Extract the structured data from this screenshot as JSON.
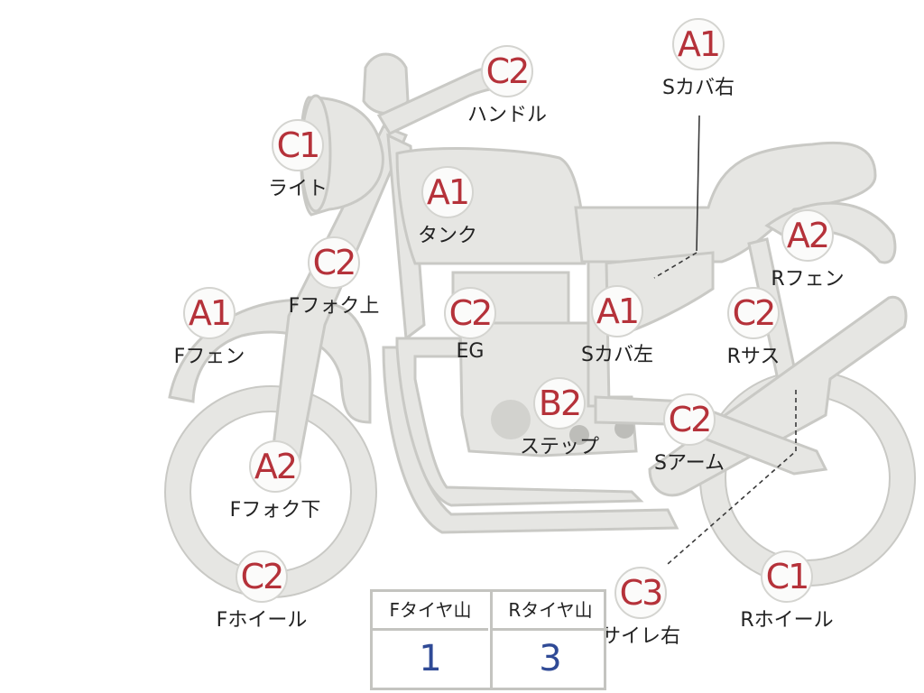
{
  "parts": [
    {
      "id": "s-cover-right",
      "grade": "A1",
      "label": "Sカバ右"
    },
    {
      "id": "handle",
      "grade": "C2",
      "label": "ハンドル"
    },
    {
      "id": "light",
      "grade": "C1",
      "label": "ライト"
    },
    {
      "id": "tank",
      "grade": "A1",
      "label": "タンク"
    },
    {
      "id": "r-fender",
      "grade": "A2",
      "label": "Rフェン"
    },
    {
      "id": "f-fork-upper",
      "grade": "C2",
      "label": "Fフォク上"
    },
    {
      "id": "f-fender",
      "grade": "A1",
      "label": "Fフェン"
    },
    {
      "id": "engine",
      "grade": "C2",
      "label": "EG"
    },
    {
      "id": "s-cover-left",
      "grade": "A1",
      "label": "Sカバ左"
    },
    {
      "id": "r-suspension",
      "grade": "C2",
      "label": "Rサス"
    },
    {
      "id": "step",
      "grade": "B2",
      "label": "ステップ"
    },
    {
      "id": "swing-arm",
      "grade": "C2",
      "label": "Sアーム"
    },
    {
      "id": "f-fork-lower",
      "grade": "A2",
      "label": "Fフォク下"
    },
    {
      "id": "f-wheel",
      "grade": "C2",
      "label": "Fホイール"
    },
    {
      "id": "muffler-right",
      "grade": "C3",
      "label": "サイレ右"
    },
    {
      "id": "r-wheel",
      "grade": "C1",
      "label": "Rホイール"
    }
  ],
  "tire_tread": {
    "front_header": "Fタイヤ山",
    "rear_header": "Rタイヤ山",
    "front_value": "1",
    "rear_value": "3"
  },
  "colors": {
    "grade_text": "#b5323a",
    "value_text": "#2f4a96",
    "part_fill": "#e6e6e3"
  }
}
